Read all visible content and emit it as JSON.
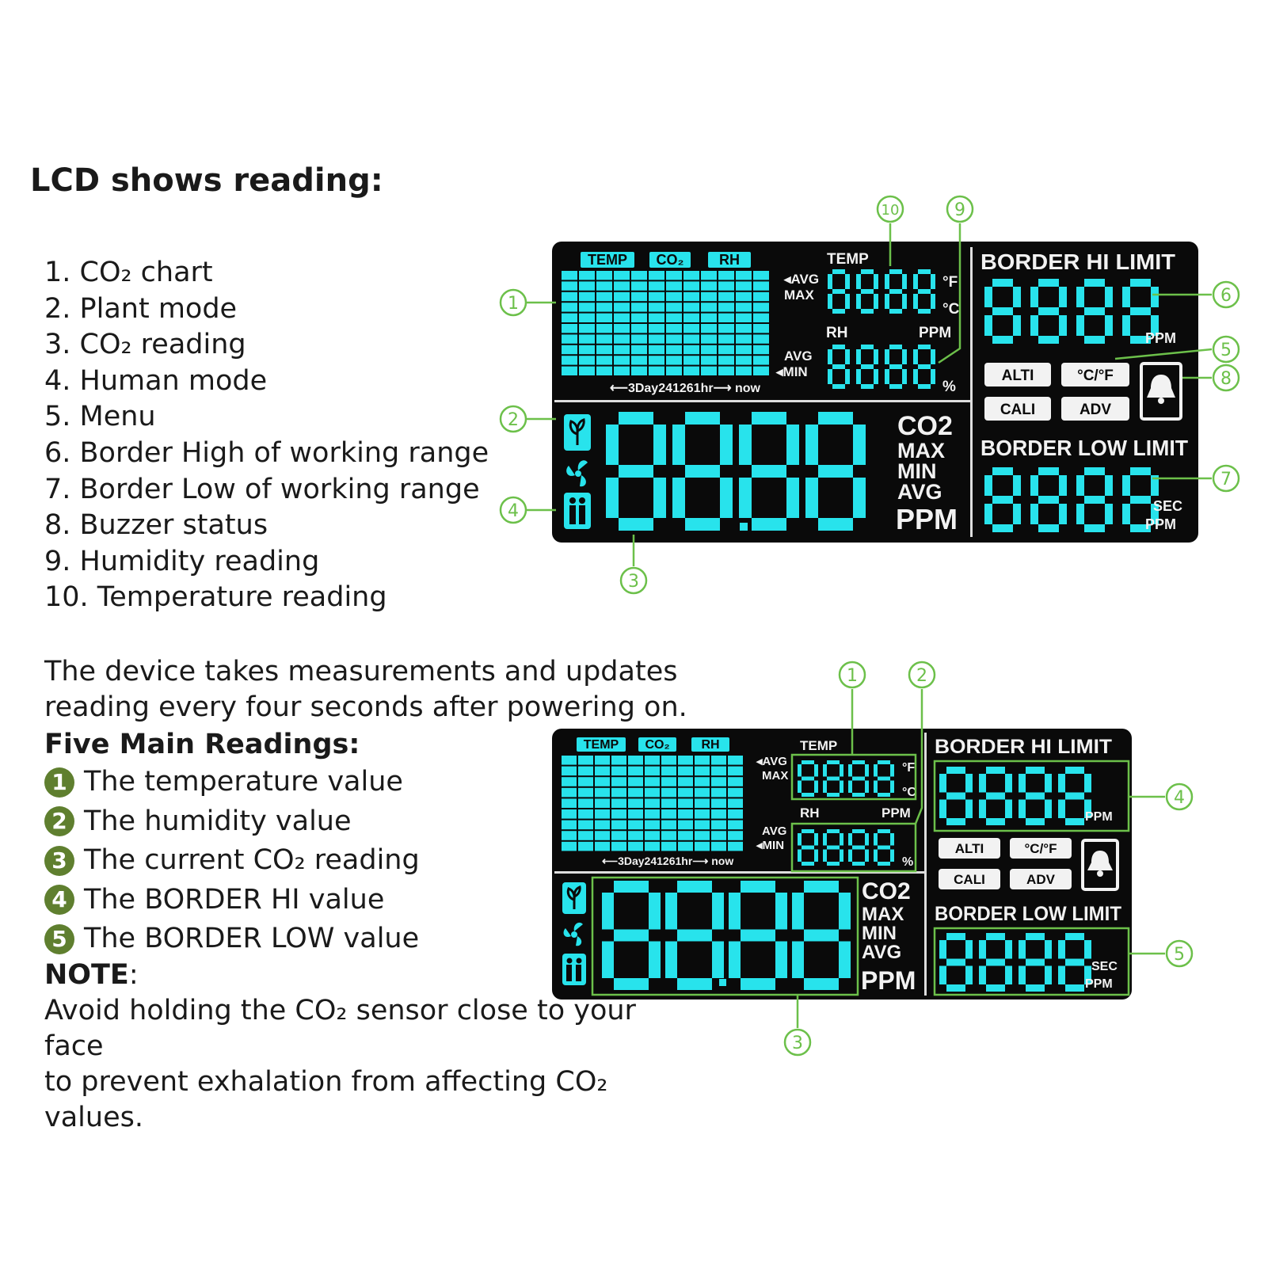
{
  "heading": "LCD shows reading:",
  "legend": [
    "1. CO₂ chart",
    "2. Plant mode",
    "3. CO₂ reading",
    "4. Human mode",
    "5. Menu",
    "6. Border High of working range",
    "7. Border Low of working range",
    "8. Buzzer status",
    "9. Humidity reading",
    "10. Temperature reading"
  ],
  "intro": [
    "The device takes measurements and updates",
    "reading every four seconds after powering on."
  ],
  "five_title": "Five Main Readings:",
  "readings": [
    {
      "num": "1",
      "text": "The temperature value"
    },
    {
      "num": "2",
      "text": "The humidity value"
    },
    {
      "num": "3",
      "text": "The current CO₂  reading"
    },
    {
      "num": "4",
      "text": "The BORDER HI value"
    },
    {
      "num": "5",
      "text": "The BORDER LOW value"
    }
  ],
  "note_label": "NOTE",
  "note_colon": ":",
  "note_lines": [
    "Avoid holding the CO₂ sensor close to your face",
    "to prevent exhalation from affecting CO₂ values."
  ],
  "lcd": {
    "tab_temp": "TEMP",
    "tab_co2": "CO₂",
    "tab_rh": "RH",
    "avg": "AVG",
    "max": "MAX",
    "min": "MIN",
    "temp_label": "TEMP",
    "rh_label": "RH",
    "ppm_small": "PPM",
    "deg_f": "°F",
    "deg_c": "°C",
    "percent": "%",
    "timeline": "3Day241261hr",
    "now": "now",
    "border_hi": "BORDER HI LIMIT",
    "border_low": "BORDER LOW LIMIT",
    "sec": "SEC",
    "co2_label": "CO2",
    "mode_max": "MAX",
    "mode_min": "MIN",
    "mode_avg": "AVG",
    "ppm_big": "PPM",
    "btn_alti": "ALTI",
    "btn_cf": "°C/°F",
    "btn_cali": "CALI",
    "btn_adv": "ADV"
  },
  "callouts_top": [
    "1",
    "2",
    "3",
    "4",
    "5",
    "6",
    "7",
    "8",
    "9",
    "10"
  ],
  "callouts_bottom": [
    "1",
    "2",
    "3",
    "4",
    "5"
  ],
  "colors": {
    "lcd_background": "#0a0a0a",
    "segment": "#28e3ec",
    "callout": "#6cc04a",
    "reading_badge": "#5f7f2f"
  }
}
